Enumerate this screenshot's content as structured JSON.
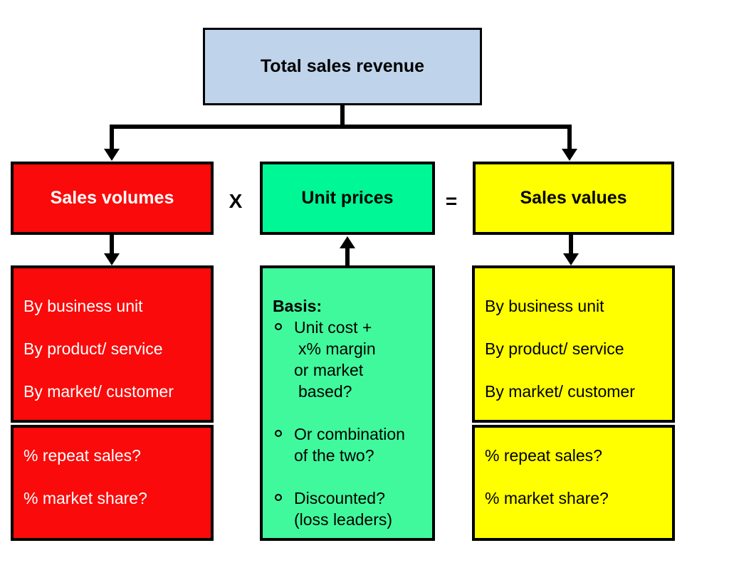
{
  "title_box": {
    "label": "Total sales revenue"
  },
  "operators": {
    "times": "X",
    "equals": "="
  },
  "columns": {
    "volumes": {
      "header": "Sales volumes",
      "breakdown": [
        "By business unit",
        "By product/ service",
        "By market/ customer"
      ],
      "questions": [
        "% repeat sales?",
        "% market share?"
      ]
    },
    "prices": {
      "header": "Unit prices",
      "basis_title": "Basis:",
      "bullets": [
        {
          "lines": [
            "Unit cost +",
            "x% margin",
            "or market",
            "based?"
          ]
        },
        {
          "lines": [
            "Or combination",
            "of the two?"
          ]
        },
        {
          "lines": [
            "Discounted?",
            "(loss leaders)"
          ]
        }
      ]
    },
    "values": {
      "header": "Sales values",
      "breakdown": [
        "By business unit",
        "By product/ service",
        "By market/ customer"
      ],
      "questions": [
        "% repeat sales?",
        "% market share?"
      ]
    }
  },
  "colors": {
    "background": "#FFFFFF",
    "title_fill": "#BFD4EA",
    "volumes_fill": "#FA0A0A",
    "volumes_text": "#FFFFFF",
    "prices_header_fill": "#00F796",
    "prices_body_fill": "#40F99C",
    "values_fill": "#FFFF00",
    "border_and_lines": "#000000"
  }
}
